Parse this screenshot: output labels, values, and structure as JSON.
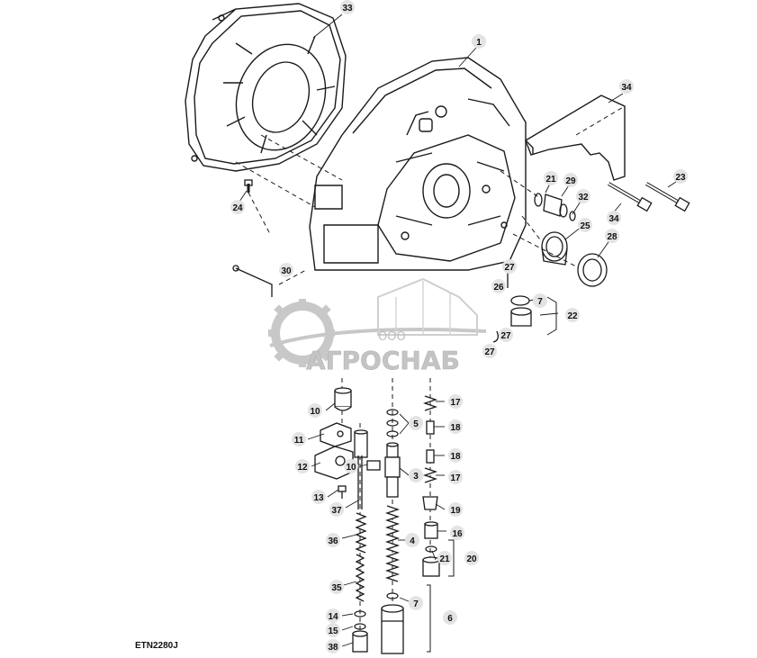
{
  "figure_code": "ETN2280J",
  "watermark": {
    "prefix": "ООО",
    "name": "АГРОСНАБ"
  },
  "callouts": {
    "c33": "33",
    "c1": "1",
    "c34a": "34",
    "c21a": "21",
    "c29": "29",
    "c32": "32",
    "c23": "23",
    "c34b": "34",
    "c25": "25",
    "c28": "28",
    "c24": "24",
    "c30": "30",
    "c27a": "27",
    "c26": "26",
    "c7a": "7",
    "c22": "22",
    "c27b": "27",
    "c27c": "27",
    "c10a": "10",
    "c11": "11",
    "c12": "12",
    "c10b": "10",
    "c13": "13",
    "c37": "37",
    "c36": "36",
    "c35": "35",
    "c14": "14",
    "c15": "15",
    "c38": "38",
    "c5": "5",
    "c3": "3",
    "c4": "4",
    "c7b": "7",
    "c6": "6",
    "c17a": "17",
    "c18a": "18",
    "c18b": "18",
    "c17b": "17",
    "c19": "19",
    "c16": "16",
    "c21b": "21",
    "c20": "20"
  },
  "colors": {
    "line": "#1a1a1a",
    "callout_fill": "#e3e3e3",
    "watermark": "#c8c8c8"
  }
}
